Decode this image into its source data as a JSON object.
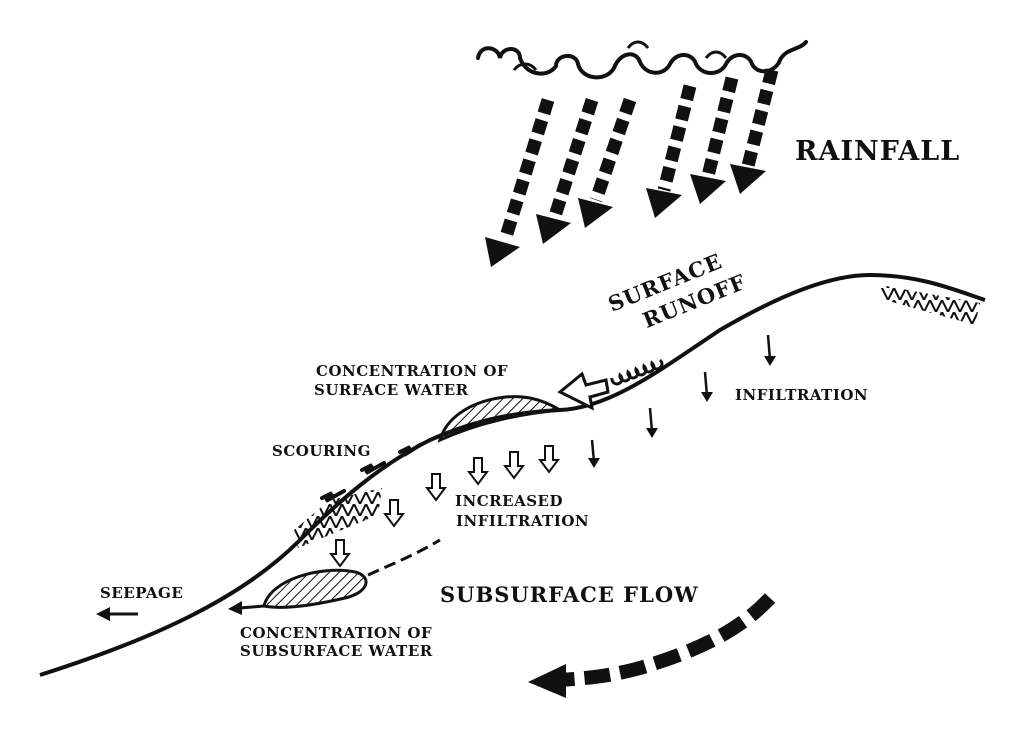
{
  "labels": {
    "rainfall": "RAINFALL",
    "surface_runoff_line1": "SURFACE",
    "surface_runoff_line2": "RUNOFF",
    "concentration_surface_line1": "CONCENTRATION OF",
    "concentration_surface_line2": "SURFACE WATER",
    "infiltration": "INFILTRATION",
    "scouring": "SCOURING",
    "increased_infiltration_line1": "INCREASED",
    "increased_infiltration_line2": "INFILTRATION",
    "seepage": "SEEPAGE",
    "subsurface_flow": "SUBSURFACE FLOW",
    "concentration_subsurface_line1": "CONCENTRATION OF",
    "concentration_subsurface_line2": "SUBSURFACE WATER"
  },
  "colors": {
    "ink": "#111111",
    "background": "#ffffff"
  }
}
